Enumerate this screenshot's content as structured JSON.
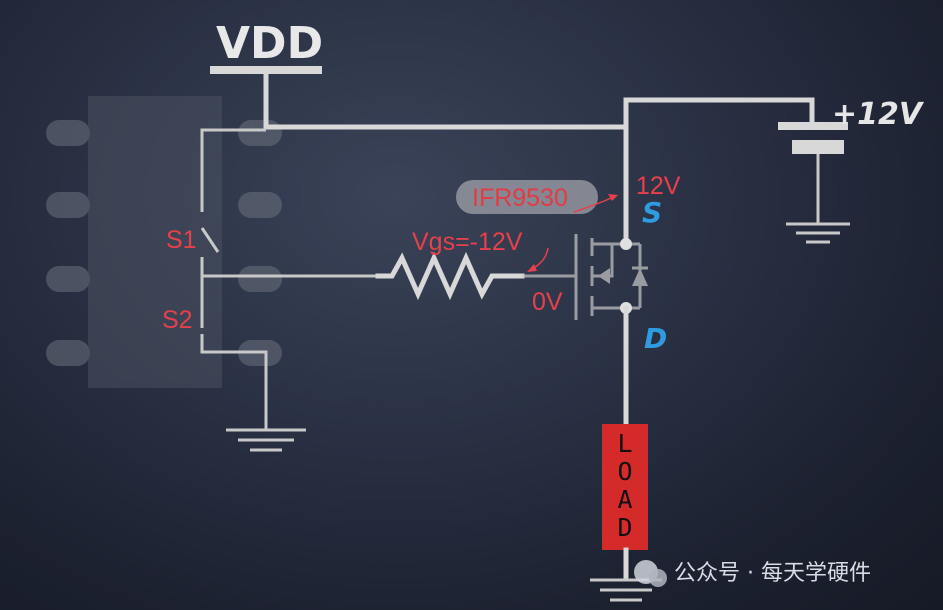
{
  "diagram": {
    "supply_label": "VDD",
    "battery_label": "+12V",
    "source_voltage_label": "12V",
    "part_label": "IFR9530",
    "source_terminal_label": "S",
    "drain_terminal_label": "D",
    "gate_label": "Vgs=-12V",
    "gate_voltage_label": "0V",
    "switch1_label": "S1",
    "switch2_label": "S2",
    "load_letters": [
      "L",
      "O",
      "A",
      "D"
    ]
  },
  "watermark": {
    "text": "公众号 · 每天学硬件"
  },
  "colors": {
    "background": "#1e2433",
    "wire": "#d8d8d8",
    "annotation_red": "#e8404a",
    "terminal_blue": "#2f9be0",
    "load_fill": "#d42a2a"
  }
}
